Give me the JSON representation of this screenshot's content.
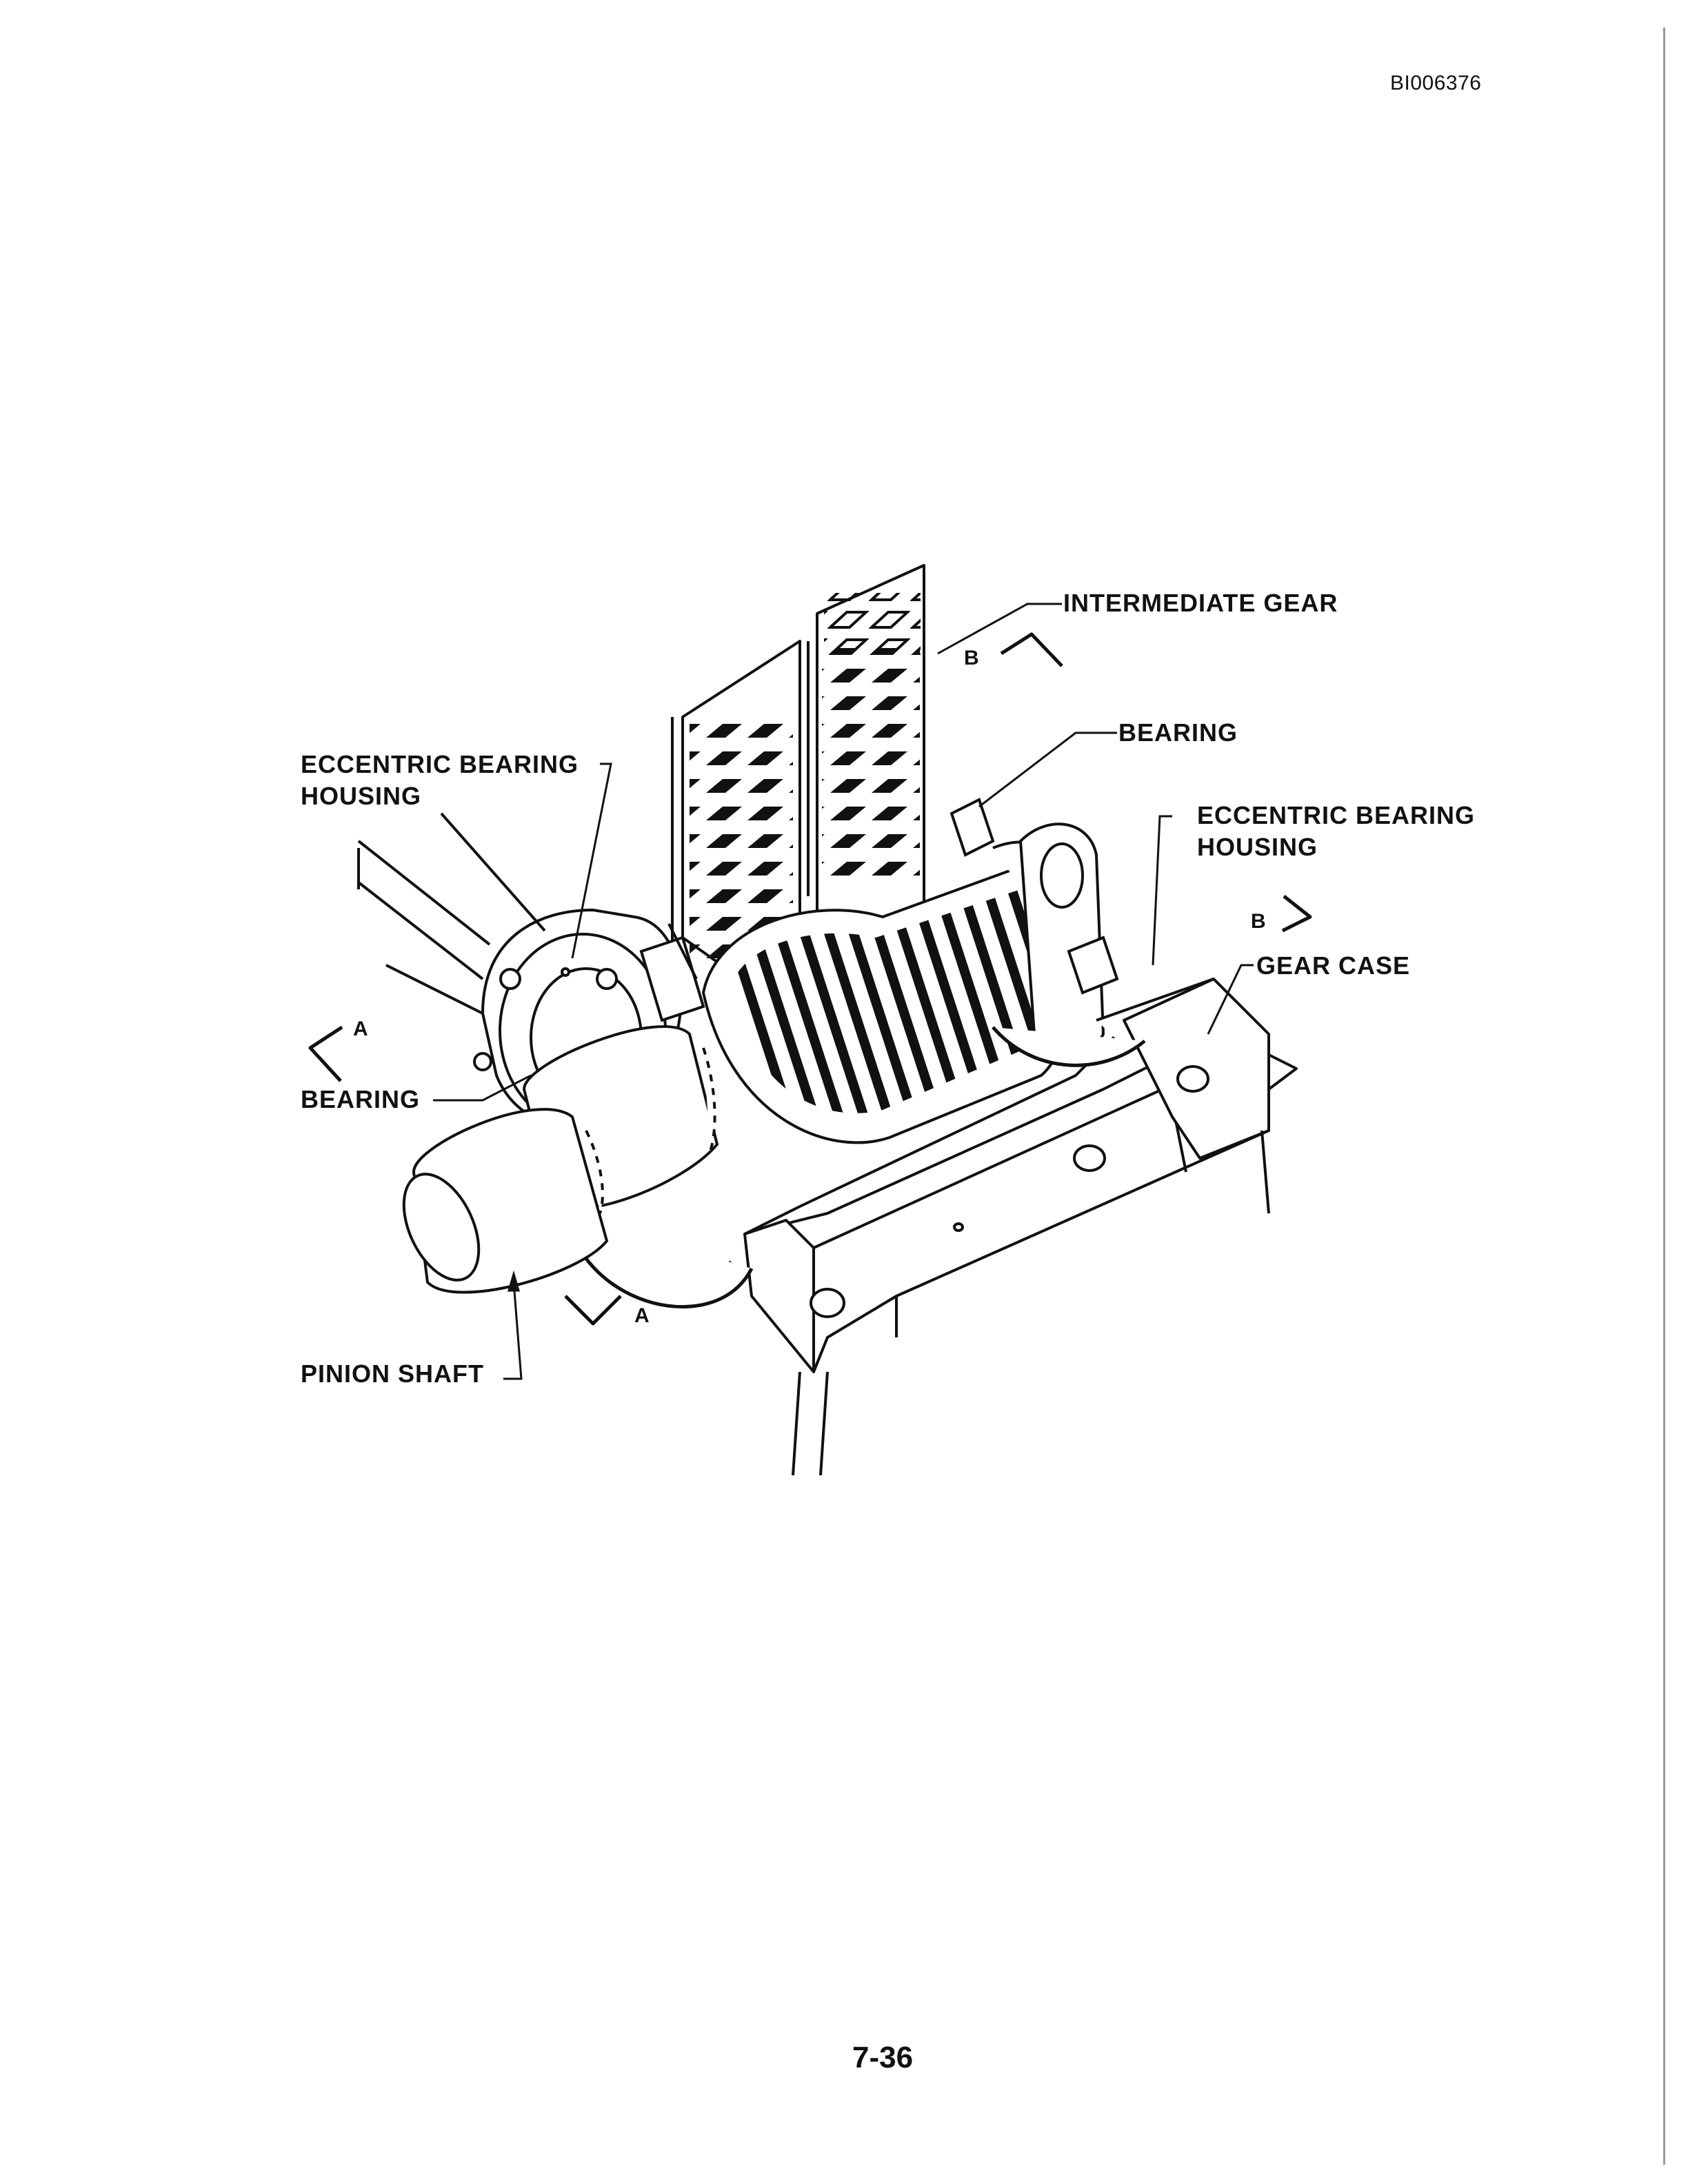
{
  "document": {
    "doc_id": "BI006376",
    "page_number": "7-36"
  },
  "diagram": {
    "labels": {
      "intermediate_gear": "INTERMEDIATE GEAR",
      "bearing_top": "BEARING",
      "eccentric_housing_right_line1": "ECCENTRIC BEARING",
      "eccentric_housing_right_line2": "HOUSING",
      "gear_case": "GEAR CASE",
      "eccentric_housing_left_line1": "ECCENTRIC BEARING",
      "eccentric_housing_left_line2": "HOUSING",
      "bearing_left": "BEARING",
      "pinion_shaft": "PINION SHAFT"
    },
    "section_markers": {
      "b_top": "B",
      "b_right": "B",
      "a_left": "A",
      "a_bottom": "A"
    }
  }
}
